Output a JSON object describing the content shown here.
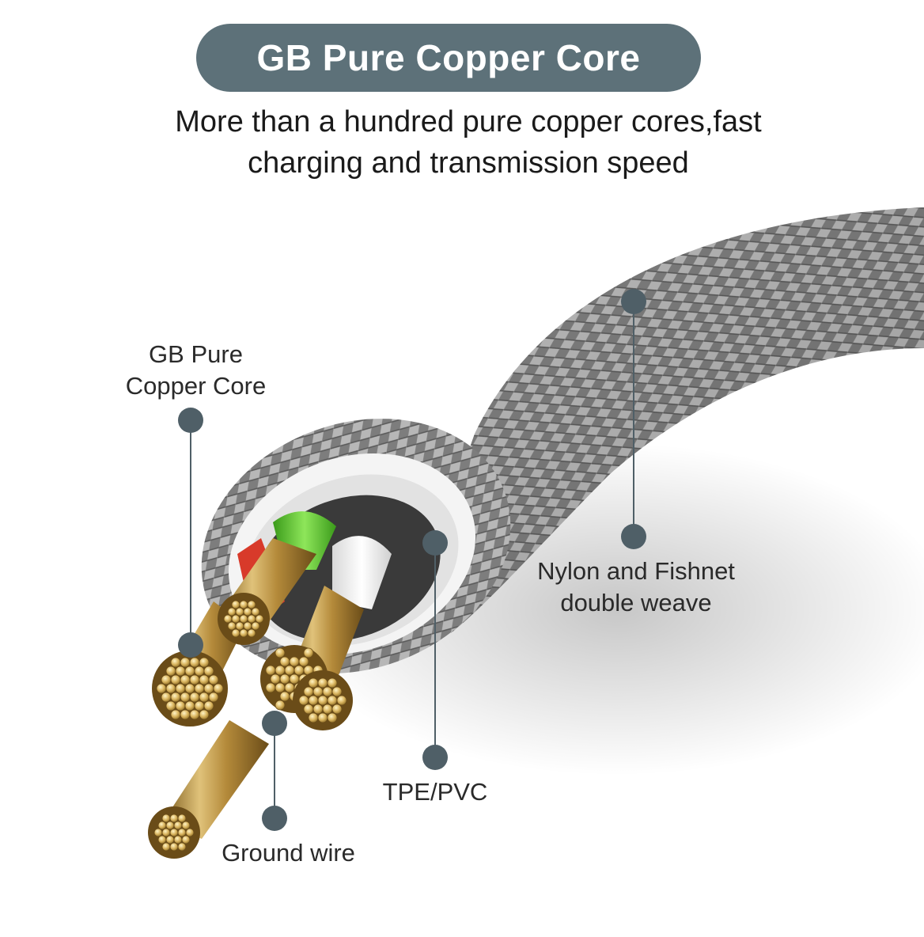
{
  "header": {
    "title": "GB Pure Copper Core",
    "subtitle_line1": "More than a hundred pure copper cores,fast",
    "subtitle_line2": "charging and transmission speed"
  },
  "callouts": {
    "copper_core": {
      "line1": "GB Pure",
      "line2": "Copper Core"
    },
    "nylon": {
      "line1": "Nylon and Fishnet",
      "line2": "double weave"
    },
    "tpe": "TPE/PVC",
    "ground": "Ground wire"
  },
  "colors": {
    "banner": "#5d7179",
    "marker": "#4f5f67",
    "braid": "#8a8a8a",
    "copper": "#c9a254",
    "green_insulation": "#6ccc3a",
    "red_insulation": "#d83a2a"
  }
}
